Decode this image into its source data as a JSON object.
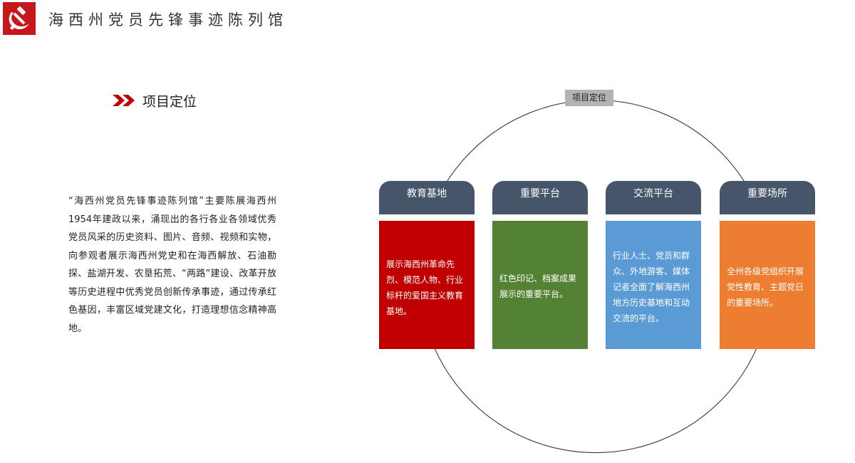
{
  "header": {
    "logo_icon": "hammer-sickle-icon",
    "logo_color": "#c8161d",
    "title": "海西州党员先锋事迹陈列馆"
  },
  "section": {
    "arrow_icon": "double-chevron-right-icon",
    "arrow_color": "#c00000",
    "heading": "项目定位"
  },
  "description": "“海西州党员先锋事迹陈列馆”主要陈展海西州1954年建政以来，涌现出的各行各业各领域优秀党员风采的历史资料、图片、音频、视频和实物，向参观者展示海西州党史和在海西解放、石油勘探、盐湖开发、农垦拓荒、“两路”建设、改革开放等历史进程中优秀党员创新传承事迹，通过传承红色基因，丰富区域党建文化，打造理想信念精神高地。",
  "diagram": {
    "circle_label": "项目定位",
    "header_color": "#465569",
    "cards": [
      {
        "title": "教育基地",
        "text": "展示海西州革命先烈、模范人物、行业标杆的爱国主义教育基地。",
        "color": "#c00000"
      },
      {
        "title": "重要平台",
        "text": "红色印记、档案成果展示的重要平台。",
        "color": "#548235"
      },
      {
        "title": "交流平台",
        "text": "行业人士、党员和群众、外地游客、媒体记者全面了解海西州地方历史基地和互动交流的平台。",
        "color": "#5b9bd5"
      },
      {
        "title": "重要场所",
        "text": "全州各级党组织开展党性教育、主题党日的重要场所。",
        "color": "#ed7d31"
      }
    ]
  }
}
